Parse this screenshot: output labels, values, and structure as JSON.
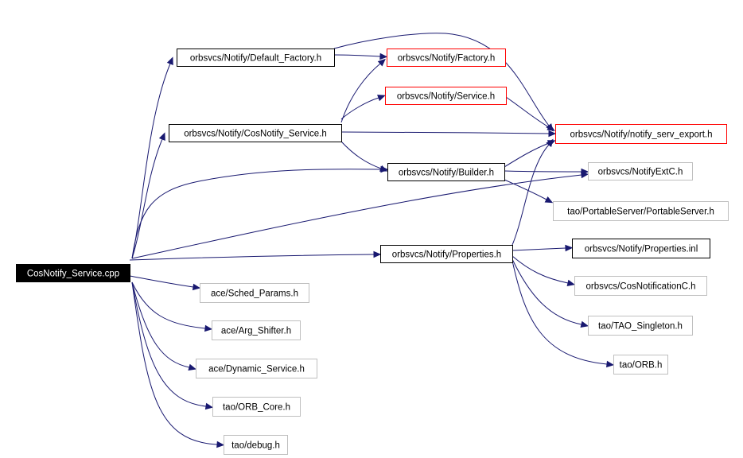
{
  "colors": {
    "edge": "#191970",
    "root_fill": "#000000",
    "root_text": "#ffffff",
    "solid_border": "#000000",
    "red_border": "#ff0000",
    "gray_border": "#bfbfbf",
    "text": "#000000"
  },
  "nodes": {
    "root": {
      "label": "CosNotify_Service.cpp",
      "style": "root"
    },
    "default_factory": {
      "label": "orbsvcs/Notify/Default_Factory.h",
      "style": "solid"
    },
    "factory": {
      "label": "orbsvcs/Notify/Factory.h",
      "style": "red"
    },
    "service": {
      "label": "orbsvcs/Notify/Service.h",
      "style": "red"
    },
    "cosnotify_service": {
      "label": "orbsvcs/Notify/CosNotify_Service.h",
      "style": "solid"
    },
    "notify_serv_export": {
      "label": "orbsvcs/Notify/notify_serv_export.h",
      "style": "red"
    },
    "builder": {
      "label": "orbsvcs/Notify/Builder.h",
      "style": "solid"
    },
    "notifyextc": {
      "label": "orbsvcs/NotifyExtC.h",
      "style": "gray"
    },
    "portableserver": {
      "label": "tao/PortableServer/PortableServer.h",
      "style": "gray"
    },
    "properties": {
      "label": "orbsvcs/Notify/Properties.h",
      "style": "solid"
    },
    "properties_inl": {
      "label": "orbsvcs/Notify/Properties.inl",
      "style": "solid"
    },
    "cosnotificationc": {
      "label": "orbsvcs/CosNotificationC.h",
      "style": "gray"
    },
    "tao_singleton": {
      "label": "tao/TAO_Singleton.h",
      "style": "gray"
    },
    "orb": {
      "label": "tao/ORB.h",
      "style": "gray"
    },
    "sched_params": {
      "label": "ace/Sched_Params.h",
      "style": "gray"
    },
    "arg_shifter": {
      "label": "ace/Arg_Shifter.h",
      "style": "gray"
    },
    "dynamic_service": {
      "label": "ace/Dynamic_Service.h",
      "style": "gray"
    },
    "orb_core": {
      "label": "tao/ORB_Core.h",
      "style": "gray"
    },
    "debug": {
      "label": "tao/debug.h",
      "style": "gray"
    }
  },
  "edges": [
    [
      "root",
      "default_factory"
    ],
    [
      "root",
      "cosnotify_service"
    ],
    [
      "root",
      "builder"
    ],
    [
      "root",
      "notifyextc"
    ],
    [
      "root",
      "properties"
    ],
    [
      "root",
      "sched_params"
    ],
    [
      "root",
      "arg_shifter"
    ],
    [
      "root",
      "dynamic_service"
    ],
    [
      "root",
      "orb_core"
    ],
    [
      "root",
      "debug"
    ],
    [
      "default_factory",
      "factory"
    ],
    [
      "default_factory",
      "notify_serv_export"
    ],
    [
      "cosnotify_service",
      "factory"
    ],
    [
      "cosnotify_service",
      "service"
    ],
    [
      "cosnotify_service",
      "notify_serv_export"
    ],
    [
      "cosnotify_service",
      "builder"
    ],
    [
      "service",
      "notify_serv_export"
    ],
    [
      "builder",
      "notify_serv_export"
    ],
    [
      "builder",
      "notifyextc"
    ],
    [
      "builder",
      "portableserver"
    ],
    [
      "properties",
      "notify_serv_export"
    ],
    [
      "properties",
      "properties_inl"
    ],
    [
      "properties",
      "cosnotificationc"
    ],
    [
      "properties",
      "tao_singleton"
    ],
    [
      "properties",
      "orb"
    ]
  ]
}
